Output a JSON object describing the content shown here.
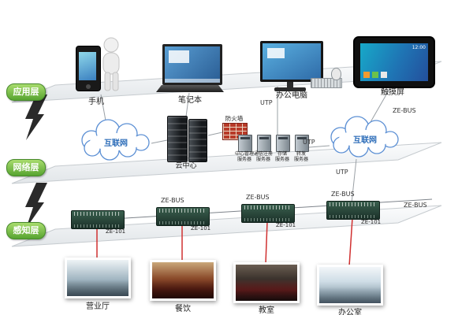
{
  "layer_tags": {
    "app": "应用层",
    "network": "网络层",
    "perception": "感知层"
  },
  "top_devices": {
    "phone_label": "手机",
    "laptop_label": "笔记本",
    "pc_label": "办公电脑",
    "touch_label": "触摸屏",
    "touch_time": "12:00"
  },
  "middle": {
    "internet_left": "互联网",
    "internet_right": "互联网",
    "cloud_center": "云中心",
    "firewall": "防火墙",
    "servers": [
      {
        "line1": "中心管理",
        "line2": "服务器"
      },
      {
        "line1": "通信注册",
        "line2": "服务器"
      },
      {
        "line1": "存储",
        "line2": "服务器"
      },
      {
        "line1": "转发",
        "line2": "服务器"
      }
    ]
  },
  "links": {
    "utp_1": "UTP",
    "utp_2": "UTP",
    "utp_3": "UTP",
    "zebus_top": "ZE-BUS",
    "zebus_1": "ZE-BUS",
    "zebus_2": "ZE-BUS",
    "zebus_3": "ZE-BUS",
    "zebus_right": "ZE-BUS"
  },
  "sensors": {
    "model_1": "ZE-101",
    "model_2": "ZE-101",
    "model_3": "ZE-101",
    "model_4": "ZE-101"
  },
  "rooms": [
    {
      "label": "营业厅"
    },
    {
      "label": "餐饮"
    },
    {
      "label": "教室"
    },
    {
      "label": "办公室"
    }
  ],
  "colors": {
    "layer_tag_green": "#57a430",
    "link_red": "#d03030",
    "cloud_blue": "#5b8fd4"
  }
}
